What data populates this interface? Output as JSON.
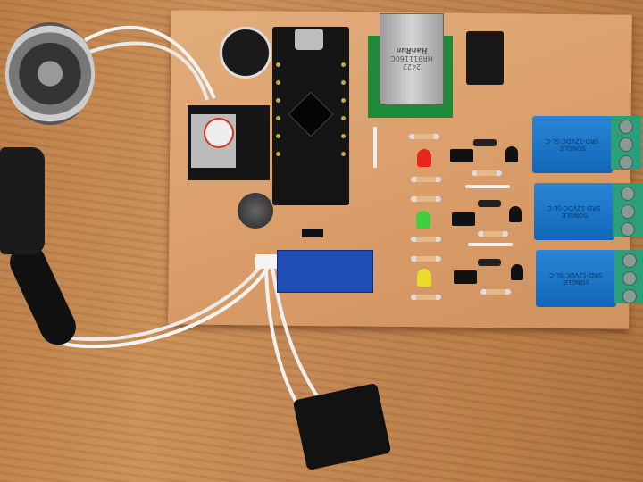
{
  "ethernet_module": {
    "brand": "HanRun",
    "model": "HR911160C",
    "code": "2422"
  },
  "relays": [
    {
      "model": "SRD-12VDC-SL-C",
      "brand": "SONGLE"
    },
    {
      "model": "SRD-12VDC-SL-C",
      "brand": "SONGLE"
    },
    {
      "model": "SRD-12VDC-SL-C",
      "brand": "SONGLE"
    }
  ],
  "led_colors": [
    "#e8261c",
    "#3fcf3a",
    "#e9dc2b"
  ]
}
